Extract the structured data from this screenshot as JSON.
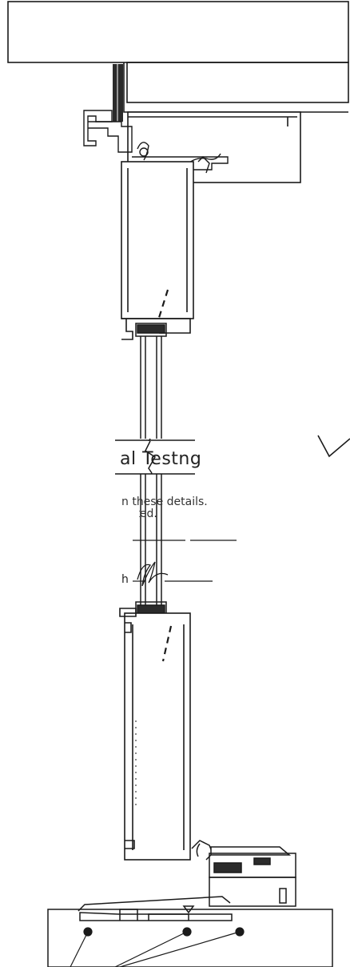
{
  "stamp": {
    "title": "al Testng",
    "line1": "n these details.",
    "line2": "noted.",
    "prefix": "h"
  },
  "colors": {
    "line": "#1a1a1a",
    "paper": "#ffffff",
    "shade": "#2b2b2b",
    "stamp_text": "#222222"
  },
  "icons": [
    "checkmark",
    "signature",
    "break-symbol",
    "callout-dot"
  ]
}
